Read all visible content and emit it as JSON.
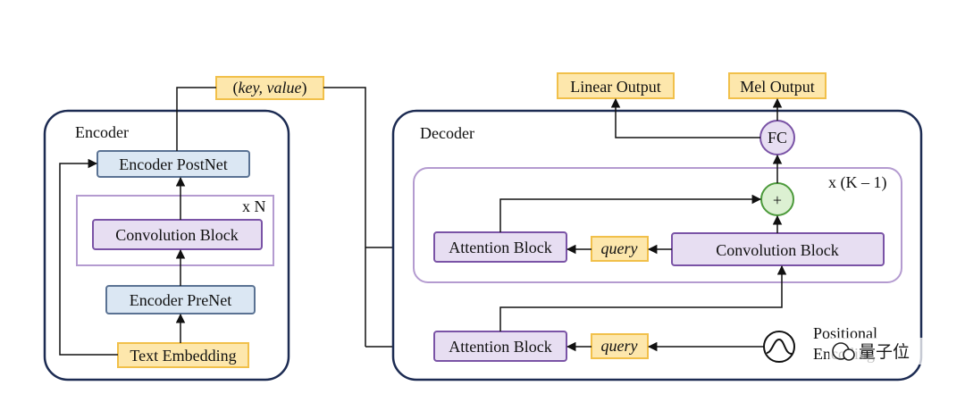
{
  "encoder": {
    "title": "Encoder",
    "postnet": "Encoder PostNet",
    "conv_block": "Convolution Block",
    "repeat": "x N",
    "prenet": "Encoder PreNet",
    "text_embedding": "Text Embedding"
  },
  "key_value": {
    "key": "key",
    "comma": ", ",
    "value": "value",
    "open_paren": "(",
    "close_paren": ")"
  },
  "decoder": {
    "title": "Decoder",
    "linear_output": "Linear Output",
    "mel_output": "Mel Output",
    "fc": "FC",
    "plus": "+",
    "repeat": "x (K – 1)",
    "attention_top": "Attention Block",
    "attention_bottom": "Attention Block",
    "conv_block": "Convolution Block",
    "query_top": "query",
    "query_bottom": "query",
    "positional_line1": "Positional",
    "positional_line2": "Encoding"
  },
  "watermark": {
    "text": "量子位"
  },
  "colors": {
    "frame": "#1c2b52",
    "blue_fill": "#dbe7f3",
    "blue_stroke": "#5a7293",
    "purple_fill": "#e7def2",
    "purple_stroke": "#7a53a6",
    "yellow_fill": "#fde7ac",
    "yellow_stroke": "#f1c04a",
    "plus_fill": "#dcf0d2",
    "plus_stroke": "#4c9a3b"
  }
}
